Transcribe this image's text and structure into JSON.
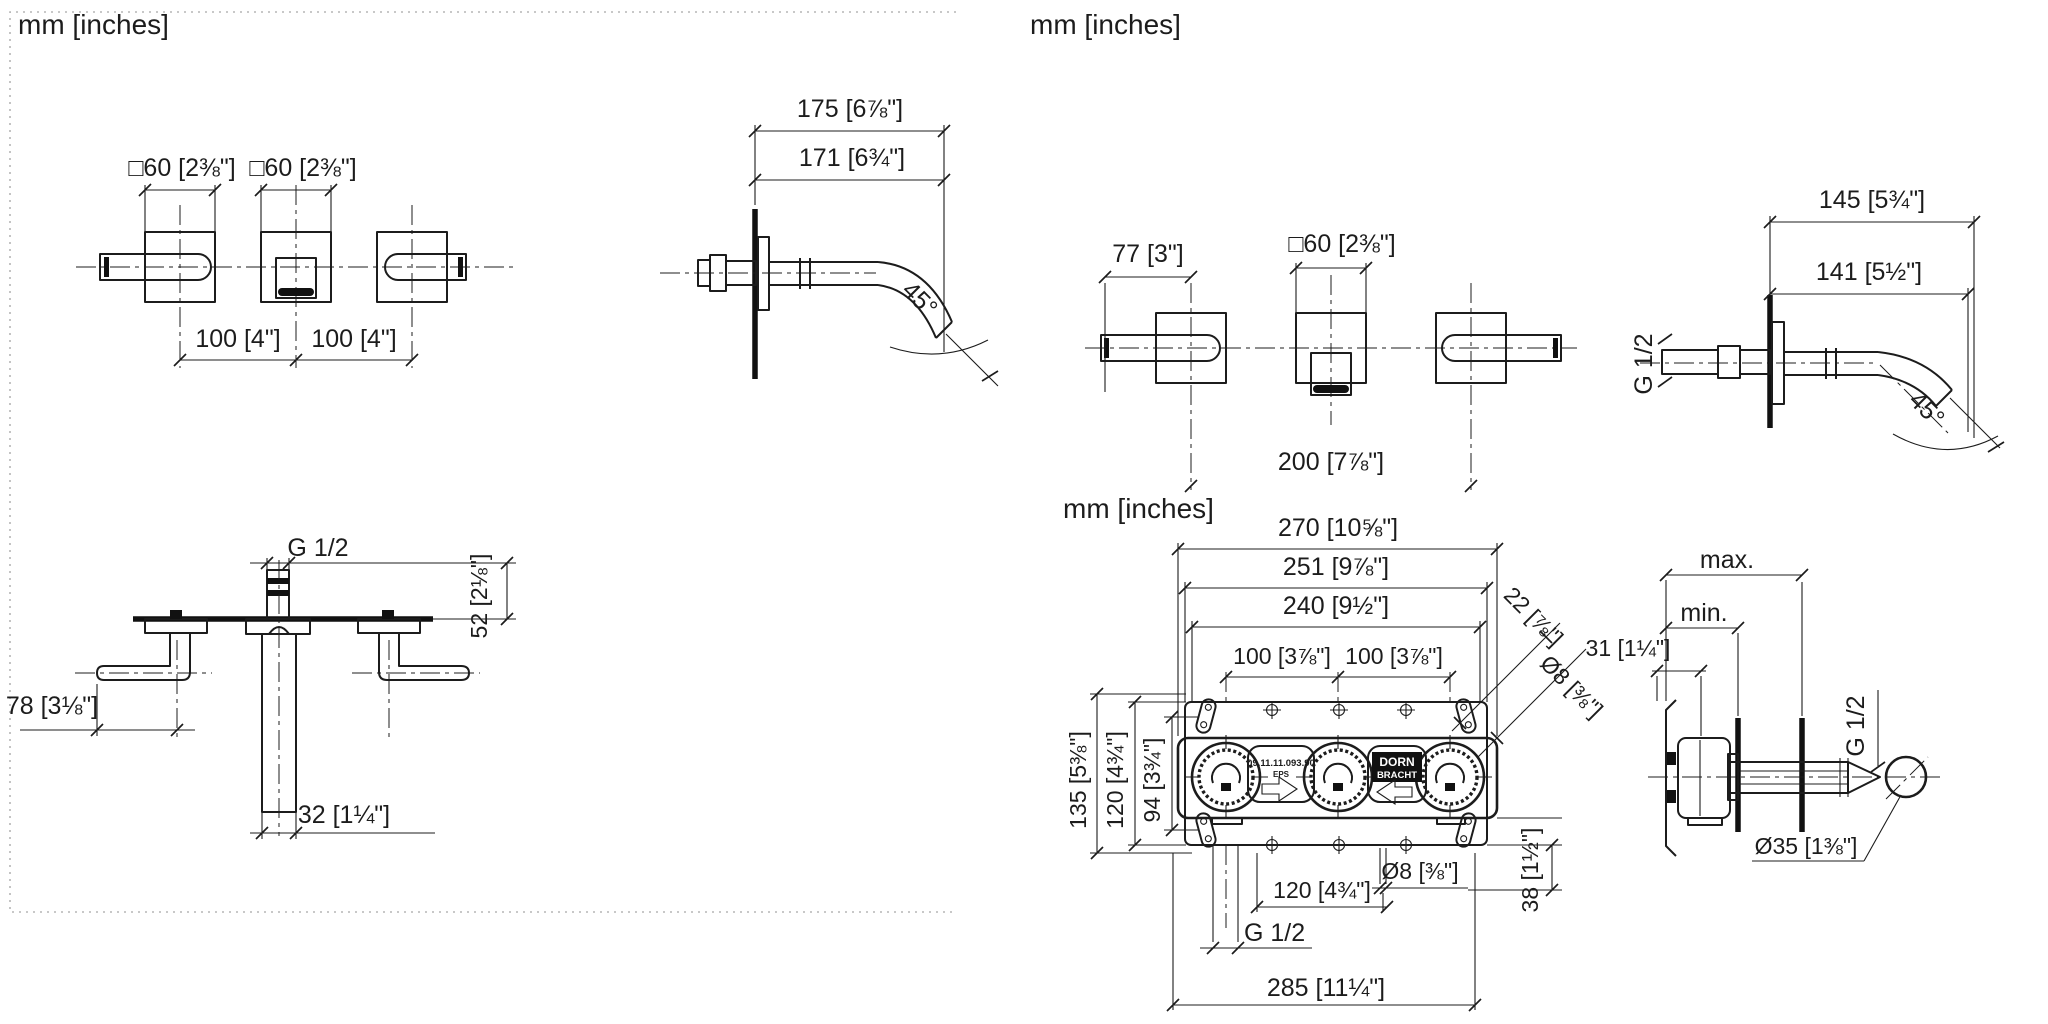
{
  "colors": {
    "line": "#1c1c1c",
    "background": "#ffffff",
    "dotted_border": "#b5b5b5"
  },
  "left_panel": {
    "unit_header": "mm [inches]",
    "front_view": {
      "dim_handle_square": "□60 [2⅜\"]",
      "dim_spout_square": "□60 [2⅜\"]",
      "dim_left_spacing": "100 [4\"]",
      "dim_right_spacing": "100 [4\"]"
    },
    "side_view": {
      "dim_overall": "175 [6⅞\"]",
      "dim_spout_reach": "171 [6¾\"]",
      "angle": "45°"
    },
    "plan_view": {
      "thread": "G 1/2",
      "dim_nipple": "52 [2⅛\"]",
      "dim_handle_depth": "78 [3⅛\"]",
      "dim_spout_width": "32 [1¼\"]"
    }
  },
  "right_panel": {
    "unit_header": "mm [inches]",
    "front_view": {
      "dim_handle": "77 [3\"]",
      "dim_spout_square": "□60 [2⅜\"]",
      "dim_spacing": "200 [7⅞\"]"
    },
    "side_view": {
      "dim_overall": "145 [5¾\"]",
      "dim_spout_reach": "141 [5½\"]",
      "thread": "G 1/2",
      "angle": "45°"
    },
    "rough_in": {
      "unit_header": "mm [inches]",
      "dim_width_outer": "270 [10⅝\"]",
      "dim_width_plate": "251 [9⅞\"]",
      "dim_width_inner": "240 [9½\"]",
      "dim_valve_left": "100 [3⅞\"]",
      "dim_valve_right": "100 [3⅞\"]",
      "dim_slot_length": "22 [⅞\"]",
      "dim_slot_dia": "Ø8 [⅜\"]",
      "dim_height_outer": "135 [5⅜\"]",
      "dim_height_plate": "120 [4¾\"]",
      "dim_height_inner": "94 [3¾\"]",
      "dim_bottom_offset": "38 [1½\"]",
      "dim_bottom_hole": "Ø8 [⅜\"]",
      "dim_bottom_width": "120 [4¾\"]",
      "thread_bottom": "G 1/2",
      "dim_total_width": "285 [11¼\"]",
      "product_code": "09.11.11.093.90",
      "eps_mark": "EPS",
      "logo_line1": "DORN",
      "logo_line2": "BRACHT"
    },
    "section_view": {
      "label_max": "max.",
      "label_min": "min.",
      "dim_bracket": "31 [1¼\"]",
      "thread": "G 1/2",
      "dim_handle_dia": "Ø35 [1⅜\"]"
    }
  }
}
